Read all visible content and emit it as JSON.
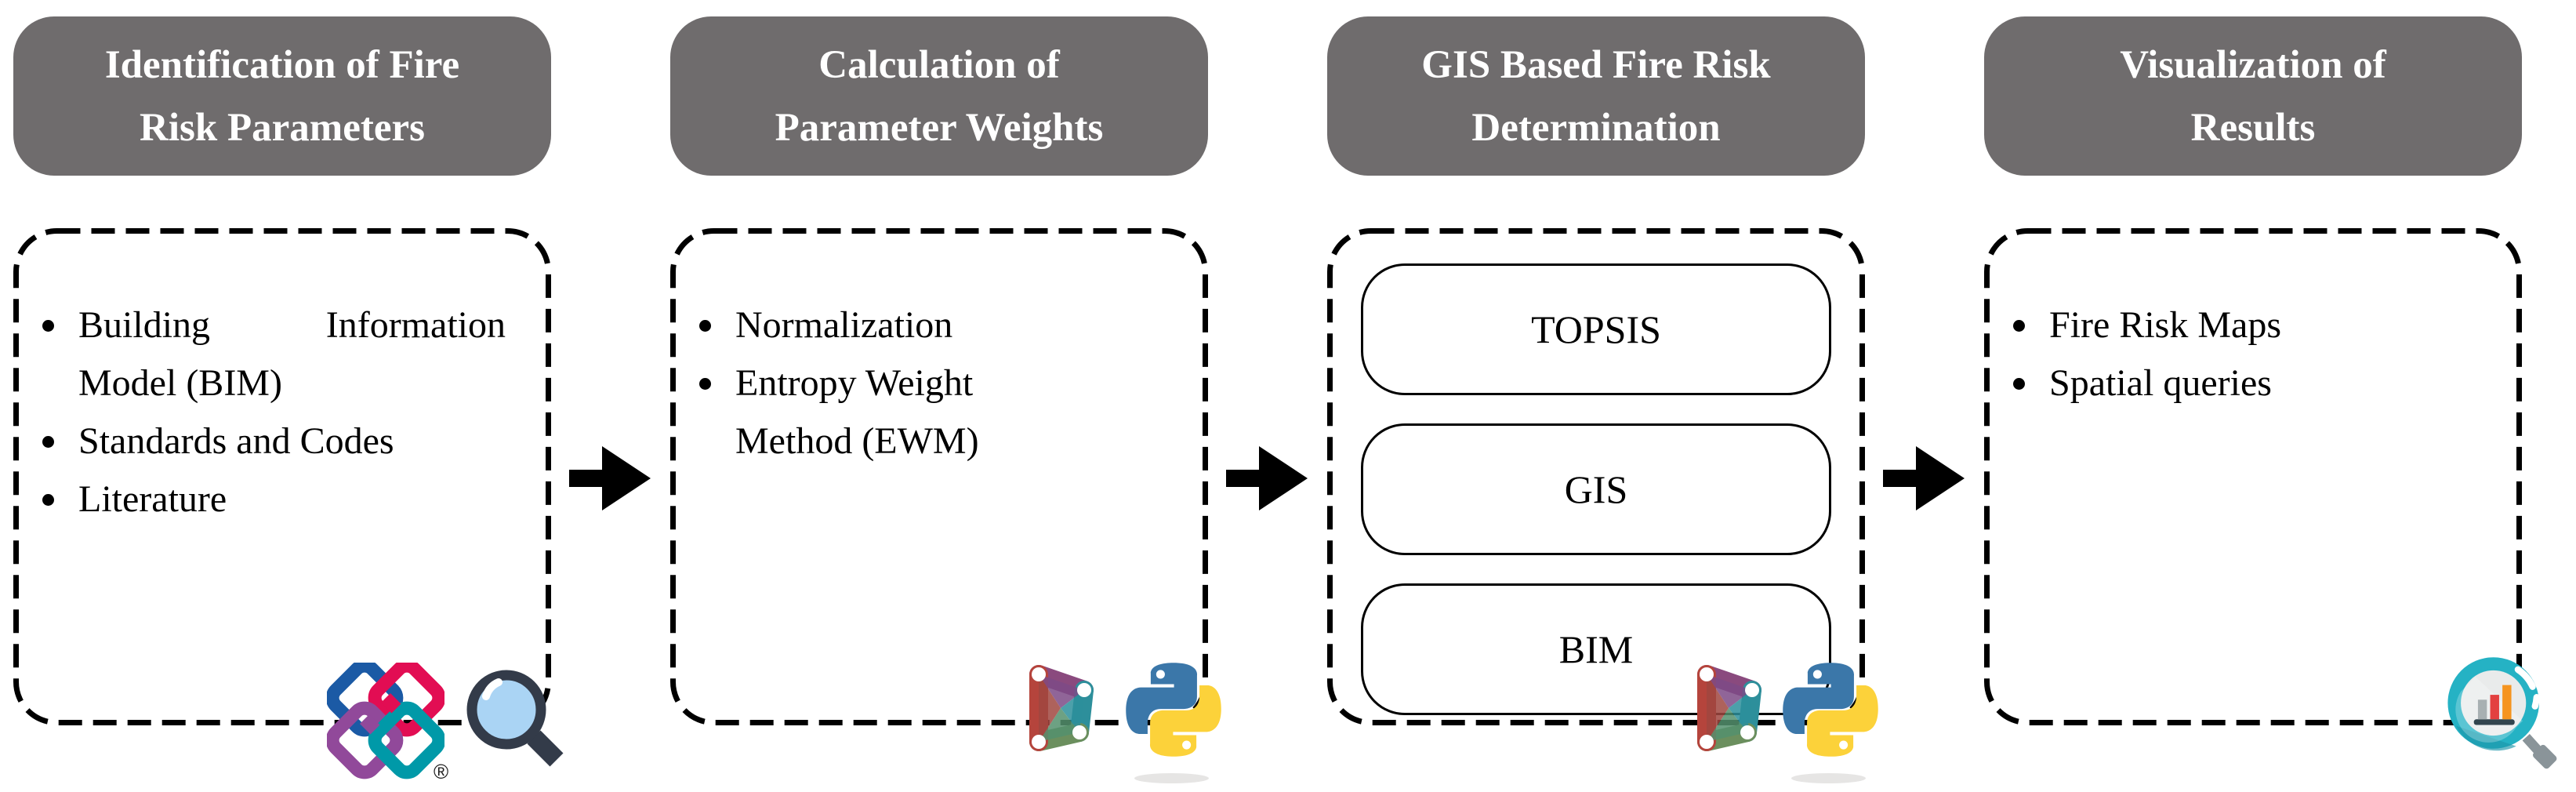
{
  "figure": {
    "type": "process-flow-diagram",
    "background": "#ffffff",
    "registered_mark": "®"
  },
  "colors": {
    "header_bg": "#6f6c6d",
    "header_text": "#ffffff",
    "body_text": "#000000",
    "border": "#000000",
    "arrow": "#000000",
    "bsmart_blue": "#1b5aa5",
    "bsmart_red": "#e20d53",
    "bsmart_purple": "#91499a",
    "bsmart_teal": "#0099a8",
    "magnifier_lens": "#aad4f4",
    "magnifier_rim": "#333b49",
    "python_blue": "#3b77a9",
    "python_yellow": "#fcd23a",
    "search_ring_teal": "#25b2c4",
    "bar_gray": "#a8b0b2",
    "bar_red": "#e34040",
    "bar_orange": "#f5941f"
  },
  "columns": [
    {
      "header": {
        "line1": "Identification of Fire",
        "line2": "Risk Parameters"
      },
      "bullets": [
        "Building Information Model (BIM)",
        "Standards and Codes",
        "Literature"
      ],
      "icons": [
        "buildingsmart-ifc-logo",
        "magnifier-icon"
      ]
    },
    {
      "header": {
        "line1": "Calculation of",
        "line2": "Parameter Weights"
      },
      "bullets": [
        "Normalization",
        "Entropy Weight Method (EWM)"
      ],
      "icons": [
        "open3d-logo",
        "python-logo"
      ]
    },
    {
      "header": {
        "line1": "GIS Based Fire Risk",
        "line2": "Determination"
      },
      "boxes": [
        "TOPSIS",
        "GIS",
        "BIM"
      ],
      "icons": [
        "open3d-logo",
        "python-logo"
      ]
    },
    {
      "header": {
        "line1": "Visualization of",
        "line2": "Results"
      },
      "bullets": [
        "Fire Risk Maps",
        "Spatial queries"
      ],
      "icons": [
        "search-analytics-icon"
      ]
    }
  ],
  "arrows": {
    "direction": "right",
    "color": "#000000"
  }
}
